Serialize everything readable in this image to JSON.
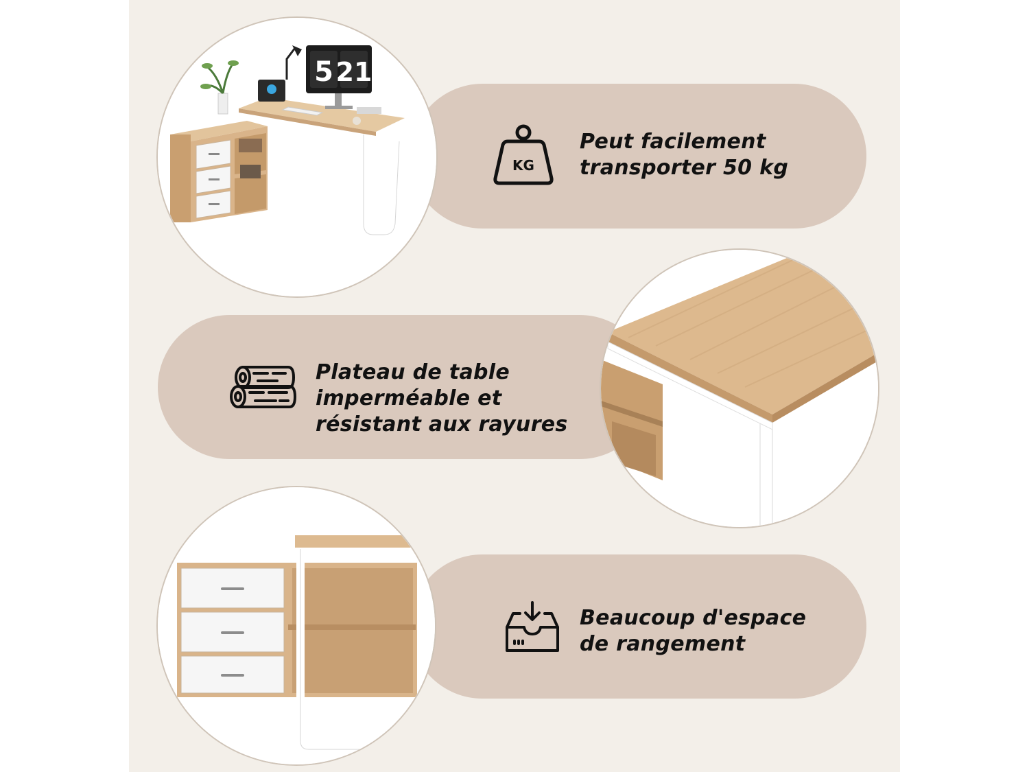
{
  "features": [
    {
      "id": "capacity",
      "icon": "kg-weight-icon",
      "lines": [
        "Peut facilement",
        "transporter 50 kg"
      ],
      "badge": "KG"
    },
    {
      "id": "tabletop",
      "icon": "wood-logs-icon",
      "lines": [
        "Plateau de table",
        "imperméable et",
        "résistant aux rayures"
      ]
    },
    {
      "id": "storage",
      "icon": "storage-box-icon",
      "lines": [
        "Beaucoup d'espace",
        "de rangement"
      ]
    }
  ],
  "desk_scene": {
    "clock_hour": "5",
    "clock_minute": "21"
  },
  "colors": {
    "pill": "#dac9bd",
    "background": "#f3efe9",
    "wood": "#d9b48a",
    "white_panel": "#f6f6f6",
    "metal_frame": "#ffffff"
  }
}
